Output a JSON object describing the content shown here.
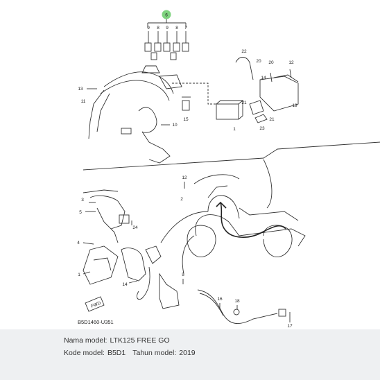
{
  "diagram": {
    "callouts": [
      "6",
      "9",
      "8",
      "9",
      "8",
      "7",
      "22",
      "20",
      "20",
      "12",
      "13",
      "11",
      "10",
      "14",
      "15",
      "21",
      "23",
      "1",
      "21",
      "19",
      "12",
      "2",
      "3",
      "24",
      "5",
      "4",
      "1",
      "14",
      "5",
      "16",
      "18",
      "17"
    ],
    "arrow_text": "FWD",
    "drawing_code": "B5D1460-U351",
    "highlight_color": "#7fd37f"
  },
  "info": {
    "model_name_label": "Nama model:",
    "model_name_value": "LTK125 FREE GO",
    "code_label": "Kode model:",
    "code_value": "B5D1",
    "year_label": "Tahun model:",
    "year_value": "2019"
  }
}
